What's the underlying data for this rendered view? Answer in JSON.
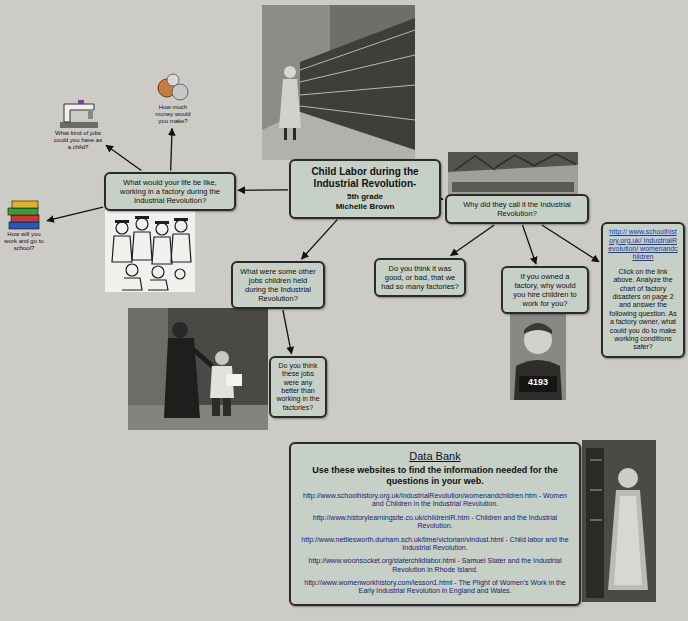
{
  "diagram": {
    "nodes": [
      {
        "text": [
          "Child Labor during the Industrial Revolution-",
          "5th grade",
          "Michelle Brown"
        ]
      },
      {
        "text": [
          "What would your life be like, working in a factory during the Industrial Revolution?"
        ]
      },
      {
        "text": [
          "What kind of jobs could you have as a child?"
        ]
      },
      {
        "text": [
          "How much money would you make?"
        ]
      },
      {
        "text": [
          "How will you work and go to school?"
        ]
      },
      {
        "text": [
          "Why did they call it the Industrial Revolution?"
        ]
      },
      {
        "text": [
          "What were some other jobs children held during the Industrial Revolution?"
        ]
      },
      {
        "text": [
          "Do you think these jobs were any better than working in the factories?"
        ]
      },
      {
        "text": [
          "Do you think it was good, or bad, that we had so many factories?"
        ]
      },
      {
        "text": [
          "If you owned a factory, why would you hire children to work for you?"
        ]
      },
      {
        "text": [
          "http:// www.schoolhistory.org.uk/ IndustrialRevolution/ womenandchildren",
          "Click on the link above. Analyze the chart of factory disasters on page 2 and answer the following question. As a factory owner, what could you do to make working conditions safer?"
        ]
      },
      {
        "text": [
          "Data Bank",
          "Use these websites to find the information needed for the questions in your web.",
          "http://www.schoolhistory.org.uk/IndustrialRevolution/womenandchildren.htm - Women and Children in the Industrial Revolution.",
          "http://www.historylearningsite.co.uk/childrenIR.htm - Children and the Industrial Revolution.",
          "http://www.nettlesworth.durham.sch.uk/time/victorian/vindust.html - Child labor and the Industrial Revolution.",
          "http://www.woonsocket.org/slaterchildlabor.html - Samuel Slater and the Industrial Revolution in Rhode Island.",
          "http://www.womenworkhistory.com/lesson1.html - The Plight of Women's Work in the Early Industrial Revolution in England and Wales."
        ]
      }
    ],
    "edges": [
      {
        "from": 0,
        "to": 1,
        "arrow": "to"
      },
      {
        "from": 1,
        "to": 2,
        "arrow": "to"
      },
      {
        "from": 1,
        "to": 3,
        "arrow": "to"
      },
      {
        "from": 1,
        "to": 4,
        "arrow": "to"
      },
      {
        "from": 0,
        "to": 5,
        "arrow": "to"
      },
      {
        "from": 0,
        "to": 6,
        "arrow": "to"
      },
      {
        "from": 6,
        "to": 7,
        "arrow": "to"
      },
      {
        "from": 5,
        "to": 8,
        "arrow": "to"
      },
      {
        "from": 5,
        "to": 9,
        "arrow": "to"
      },
      {
        "from": 5,
        "to": 10,
        "arrow": "to"
      }
    ],
    "labels": [
      "4193"
    ]
  }
}
